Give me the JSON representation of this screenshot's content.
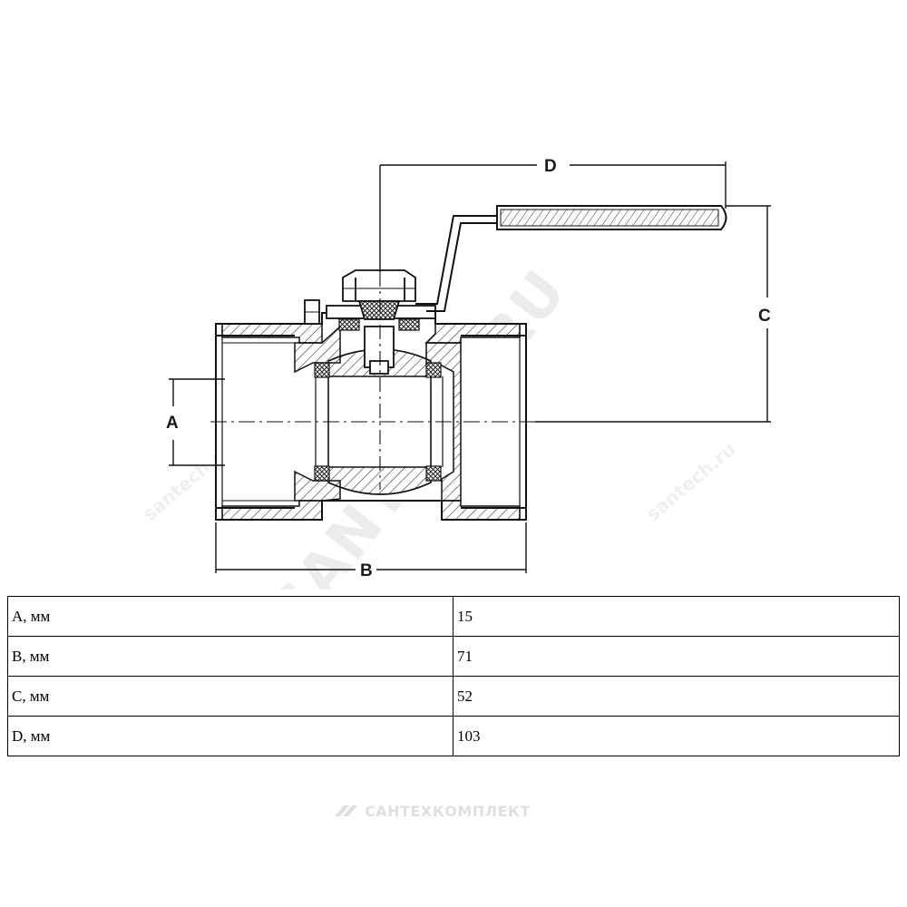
{
  "drawing": {
    "dimension_labels": {
      "a": "A",
      "b": "B",
      "c": "C",
      "d": "D"
    },
    "watermark_text": "SANTECH.RU",
    "watermark_small": "santech.ru"
  },
  "spec_table": {
    "rows": [
      {
        "label": "A, мм",
        "value": "15"
      },
      {
        "label": "B, мм",
        "value": "71"
      },
      {
        "label": "C, мм",
        "value": "52"
      },
      {
        "label": "D, мм",
        "value": "103"
      }
    ]
  },
  "brand_watermark": {
    "text": "САНТЕХКОМПЛЕКТ"
  }
}
